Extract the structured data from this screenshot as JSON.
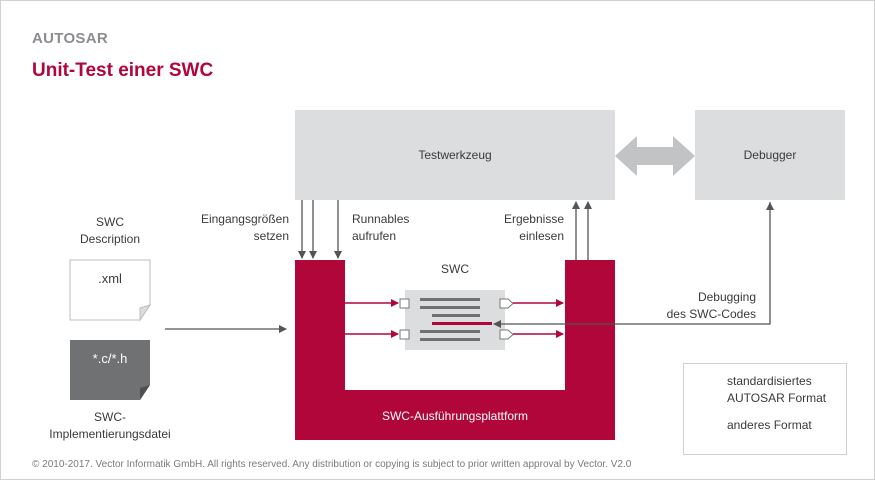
{
  "header": {
    "category": "AUTOSAR",
    "title": "Unit-Test einer SWC"
  },
  "diagram": {
    "test_tool": "Testwerkzeug",
    "debugger": "Debugger",
    "swc_description": [
      "SWC",
      "Description"
    ],
    "xml_label": ".xml",
    "code_label": "*.c/*.h",
    "swc_impl": [
      "SWC-",
      "Implementierungsdatei"
    ],
    "inputs_label": [
      "Eingangsgrößen",
      "setzen"
    ],
    "runnables_label": [
      "Runnables",
      "aufrufen"
    ],
    "results_label": [
      "Ergebnisse",
      "einlesen"
    ],
    "swc_label": "SWC",
    "platform_label": "SWC-Ausführungsplattform",
    "debugging_label": [
      "Debugging",
      "des SWC-Codes"
    ]
  },
  "legend": {
    "standard": [
      "standardisiertes",
      "AUTOSAR Format"
    ],
    "other": "anderes Format"
  },
  "colors": {
    "accent": "#b0063a",
    "box_gray": "#dcdddf",
    "doc_gray": "#707173",
    "arrow_gray": "#c2c3c5"
  },
  "footer": "© 2010-2017. Vector Informatik GmbH. All rights reserved. Any distribution or copying is subject to prior written approval by Vector. V2.0"
}
